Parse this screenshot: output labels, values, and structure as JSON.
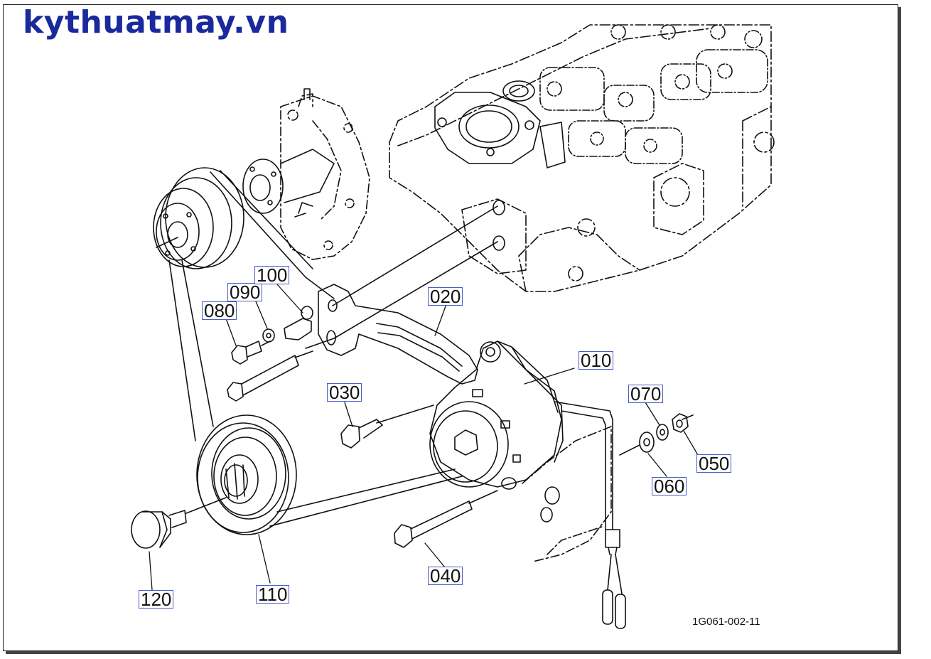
{
  "brand": {
    "text": "kythuatmay.vn",
    "color": "#1a2a9c"
  },
  "drawing_code": "1G061-002-11",
  "parts": [
    {
      "id": "p010",
      "label": "010"
    },
    {
      "id": "p020",
      "label": "020"
    },
    {
      "id": "p030",
      "label": "030"
    },
    {
      "id": "p040",
      "label": "040"
    },
    {
      "id": "p050",
      "label": "050"
    },
    {
      "id": "p060",
      "label": "060"
    },
    {
      "id": "p070",
      "label": "070"
    },
    {
      "id": "p080",
      "label": "080"
    },
    {
      "id": "p090",
      "label": "090"
    },
    {
      "id": "p100",
      "label": "100"
    },
    {
      "id": "p110",
      "label": "110"
    },
    {
      "id": "p120",
      "label": "120"
    }
  ]
}
